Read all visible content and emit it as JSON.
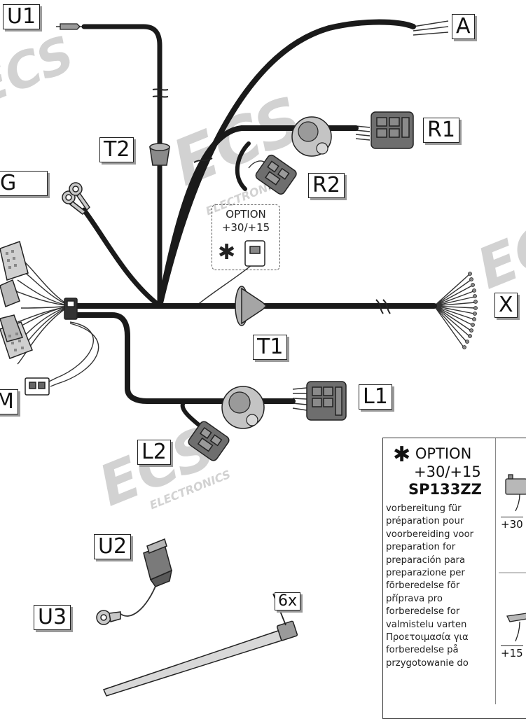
{
  "labels": {
    "U1": "U1",
    "A": "A",
    "R1": "R1",
    "R2": "R2",
    "T2": "T2",
    "G": "G",
    "X": "X",
    "T1": "T1",
    "L1": "L1",
    "L2": "L2",
    "M": "M",
    "U2": "U2",
    "U3": "U3",
    "qty": "6x"
  },
  "option_box": {
    "line1": "OPTION",
    "line2": "+30/+15",
    "star": "✱"
  },
  "option_panel": {
    "star": "✱",
    "title": "OPTION",
    "voltage": "+30/+15",
    "part_number": "SP133ZZ",
    "translations": [
      "vorbereitung für",
      "préparation pour",
      "voorbereiding voor",
      "preparation for",
      "preparación para",
      "preparazione per",
      "förberedelse för",
      "příprava pro",
      "forberedelse for",
      "valmistelu varten",
      "Προετοιμασία για",
      "forberedelse på",
      "przygotowanie do"
    ],
    "battery_label": "+30",
    "ignition_label": "+15"
  },
  "watermark": {
    "brand": "ECS",
    "sub": "ELECTRONICS"
  },
  "colors": {
    "cable": "#1a1a1a",
    "connector": "#6e6e6e",
    "grommet": "#b5b5b5",
    "watermark": "#d2d2d2"
  }
}
